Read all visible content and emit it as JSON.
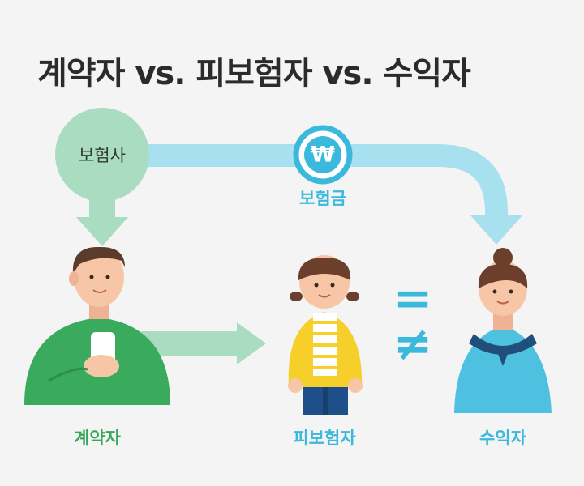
{
  "title": "계약자 vs. 피보험자 vs. 수익자",
  "nodes": {
    "insurer": "보험사",
    "payout": "보험금",
    "contractor": "계약자",
    "insured": "피보험자",
    "beneficiary": "수익자"
  },
  "symbols": {
    "won": "₩",
    "equal": "=",
    "not_equal": "≠"
  },
  "colors": {
    "green": "#36a85c",
    "light_green": "#a9dcc0",
    "blue": "#3ab9dd",
    "light_blue": "#a7e1f0",
    "yellow": "#f5cf2c"
  }
}
